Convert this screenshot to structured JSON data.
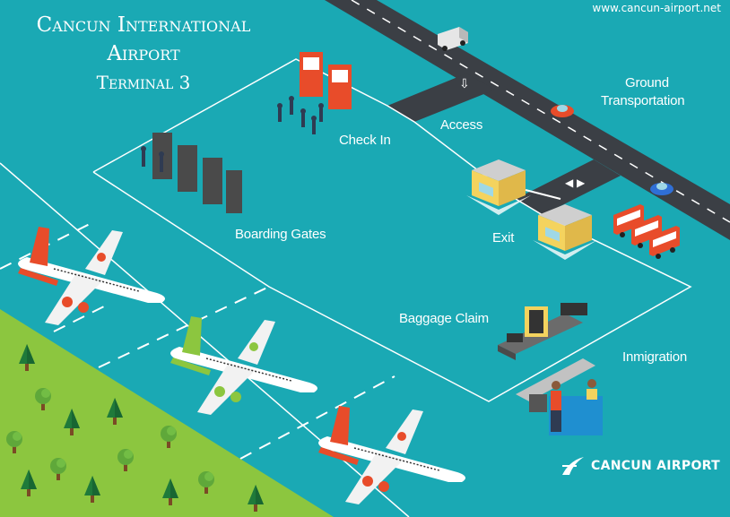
{
  "title": {
    "line1": "Cancun International",
    "line2": "Airport",
    "line3": "Terminal 3"
  },
  "website": "www.cancun-airport.net",
  "labels": {
    "ground_transportation_1": "Ground",
    "ground_transportation_2": "Transportation",
    "access": "Access",
    "check_in": "Check In",
    "boarding_gates": "Boarding Gates",
    "exit": "Exit",
    "baggage_claim": "Baggage Claim",
    "immigration": "Inmigration"
  },
  "brand": {
    "name": "CANCUN AIRPORT",
    "icon": "plane-swoosh-icon"
  },
  "colors": {
    "background": "#1aa9b4",
    "road": "#3b3f45",
    "grass": "#8cc63f",
    "airline_red": "#e84c2a",
    "airline_green": "#8cc63f"
  },
  "airplanes": [
    {
      "livery": "red"
    },
    {
      "livery": "green"
    },
    {
      "livery": "red"
    }
  ]
}
